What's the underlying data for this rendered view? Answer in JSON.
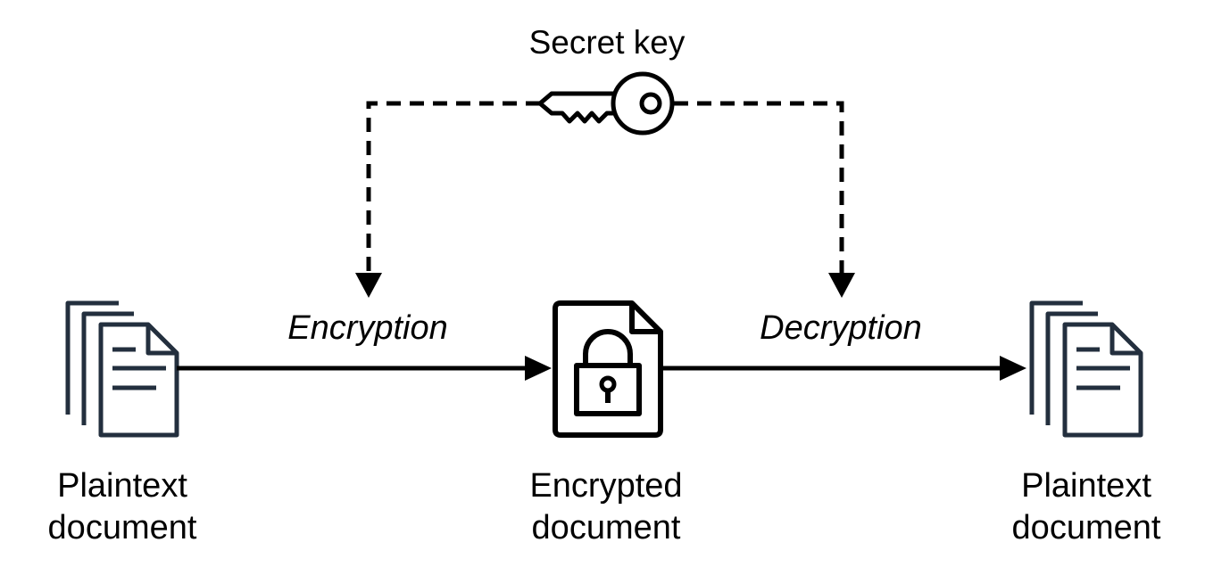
{
  "diagram": {
    "key_label": "Secret key",
    "encryption_label": "Encryption",
    "decryption_label": "Decryption",
    "source_label": [
      "Plaintext",
      "document"
    ],
    "middle_label": [
      "Encrypted",
      "document"
    ],
    "target_label": [
      "Plaintext",
      "document"
    ]
  },
  "icons": {
    "key": "key-icon",
    "documents": "documents-stack-icon",
    "locked_document": "locked-document-icon"
  },
  "colors": {
    "icon_stroke": "#232f3e",
    "line": "#000000"
  }
}
